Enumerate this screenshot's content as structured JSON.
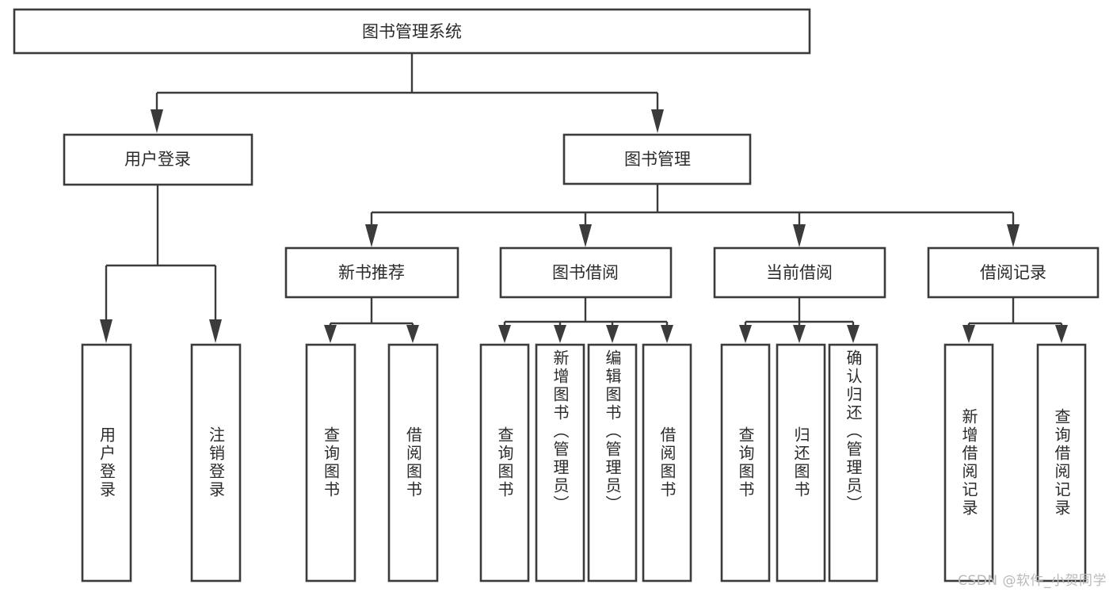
{
  "diagram": {
    "title": "图书管理系统",
    "watermark": "CSDN @软件_小贺同学",
    "type": "tree",
    "orientation": "top-down",
    "colors": {
      "box_stroke": "#3b3b3b",
      "box_fill": "#ffffff",
      "text": "#2b2b2b",
      "background": "#ffffff",
      "watermark": "#b9b9b9"
    },
    "root": {
      "label": "图书管理系统",
      "level": 0
    },
    "level1": [
      {
        "label": "用户登录",
        "level": 1
      },
      {
        "label": "图书管理",
        "level": 1
      }
    ],
    "level2": [
      {
        "label": "新书推荐",
        "parent": "图书管理",
        "level": 2
      },
      {
        "label": "图书借阅",
        "parent": "图书管理",
        "level": 2
      },
      {
        "label": "当前借阅",
        "parent": "图书管理",
        "level": 2
      },
      {
        "label": "借阅记录",
        "parent": "图书管理",
        "level": 2
      }
    ],
    "leaves": [
      {
        "label": "用户登录",
        "parent": "用户登录",
        "orientation": "vertical"
      },
      {
        "label": "注销登录",
        "parent": "用户登录",
        "orientation": "vertical"
      },
      {
        "label": "查询图书",
        "parent": "新书推荐",
        "orientation": "vertical"
      },
      {
        "label": "借阅图书",
        "parent": "新书推荐",
        "orientation": "vertical"
      },
      {
        "label": "查询图书",
        "parent": "图书借阅",
        "orientation": "vertical"
      },
      {
        "label": "新增图书（管理员）",
        "parent": "图书借阅",
        "orientation": "vertical"
      },
      {
        "label": "编辑图书（管理员）",
        "parent": "图书借阅",
        "orientation": "vertical"
      },
      {
        "label": "借阅图书",
        "parent": "图书借阅",
        "orientation": "vertical"
      },
      {
        "label": "查询图书",
        "parent": "当前借阅",
        "orientation": "vertical"
      },
      {
        "label": "归还图书",
        "parent": "当前借阅",
        "orientation": "vertical"
      },
      {
        "label": "确认归还（管理员）",
        "parent": "当前借阅",
        "orientation": "vertical"
      },
      {
        "label": "新增借阅记录",
        "parent": "借阅记录",
        "orientation": "vertical"
      },
      {
        "label": "查询借阅记录",
        "parent": "借阅记录",
        "orientation": "vertical"
      }
    ]
  }
}
